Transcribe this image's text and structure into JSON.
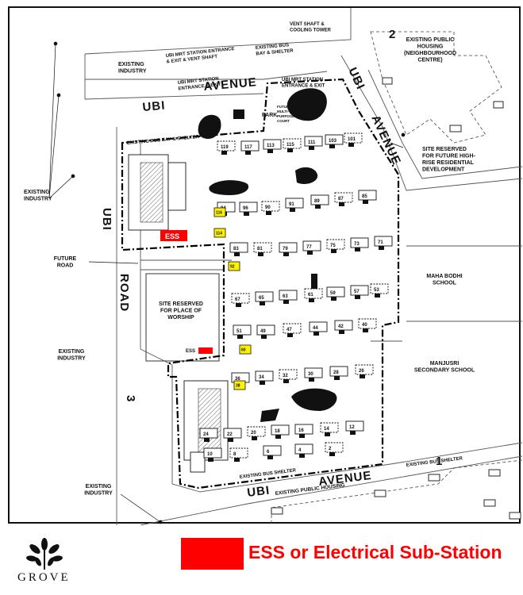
{
  "map": {
    "roads": {
      "ubi_avenue_2": "UBI",
      "ubi_avenue_2b": "AVENUE",
      "avenue_2_east": "AVENUE",
      "ubi_east": "UBI",
      "two": "2",
      "ubi_road": "UBI",
      "road": "ROAD",
      "three": "3",
      "ubi_avenue_1": "UBI",
      "avenue_1": "AVENUE",
      "one": "1"
    },
    "labels": {
      "existing_industry_top": "EXISTING\nINDUSTRY",
      "mrt_entrance_vent": "UBI MRT STATION ENTRANCE\n& EXIT & VENT SHAFT",
      "vent_cooling": "VENT SHAFT &\nCOOLING TOWER",
      "bus_bay_top": "EXISTING BUS\nBAY & SHELTER",
      "mrt_entrance_left": "UBI MRT STATION\nENTRANCE & EXIT",
      "mrt_entrance_right": "UBI MRT STATION\nENTRANCE & EXIT",
      "existing_public_housing_ne": "EXISTING PUBLIC\nHOUSING\n(NEIGHBOURHOOD\nCENTRE)",
      "site_reserved_highrise": "SITE RESERVED\nFOR FUTURE HIGH-\nRISE RESIDENTIAL\nDEVELOPMENT",
      "existing_bus_bay_shelter": "EXISTING BUS BAY & SHELTER",
      "park": "PARK",
      "future_mpc": "FUTURE\nMULTI-\nPURPOSE\nCOURT",
      "existing_industry_left": "EXISTING\nINDUSTRY",
      "future_road": "FUTURE\nROAD",
      "site_reserved_worship": "SITE RESERVED\nFOR PLACE OF\nWORSHIP",
      "existing_industry_mid": "EXISTING\nINDUSTRY",
      "maha_bodhi": "MAHA BODHI\nSCHOOL",
      "manjusri": "MANJUSRI\nSECONDARY SCHOOL",
      "existing_industry_bottom": "EXISTING\nINDUSTRY",
      "existing_bus_shelter_left": "EXISTING BUS SHELTER",
      "existing_bus_shelter_right": "EXISTING BUS SHELTER",
      "existing_public_housing_s": "EXISTING PUBLIC HOUSING"
    },
    "ess_label": "ESS",
    "ess_label_small": "ESS",
    "yellow_blocks": [
      "116",
      "114",
      "92",
      "60",
      "38"
    ],
    "numbered_blocks": [
      "119",
      "117",
      "113",
      "115",
      "111",
      "103",
      "101",
      "94",
      "96",
      "90",
      "91",
      "89",
      "87",
      "85",
      "83",
      "81",
      "79",
      "77",
      "75",
      "73",
      "71",
      "67",
      "65",
      "63",
      "61",
      "59",
      "57",
      "53",
      "51",
      "49",
      "47",
      "44",
      "42",
      "40",
      "36",
      "34",
      "32",
      "30",
      "28",
      "26",
      "24",
      "22",
      "20",
      "18",
      "16",
      "14",
      "12",
      "10",
      "8",
      "6",
      "4",
      "2"
    ]
  },
  "legend": {
    "text": "ESS or Electrical Sub-Station",
    "swatch_color": "#ff0000"
  },
  "logo": {
    "text": "GROVE"
  }
}
